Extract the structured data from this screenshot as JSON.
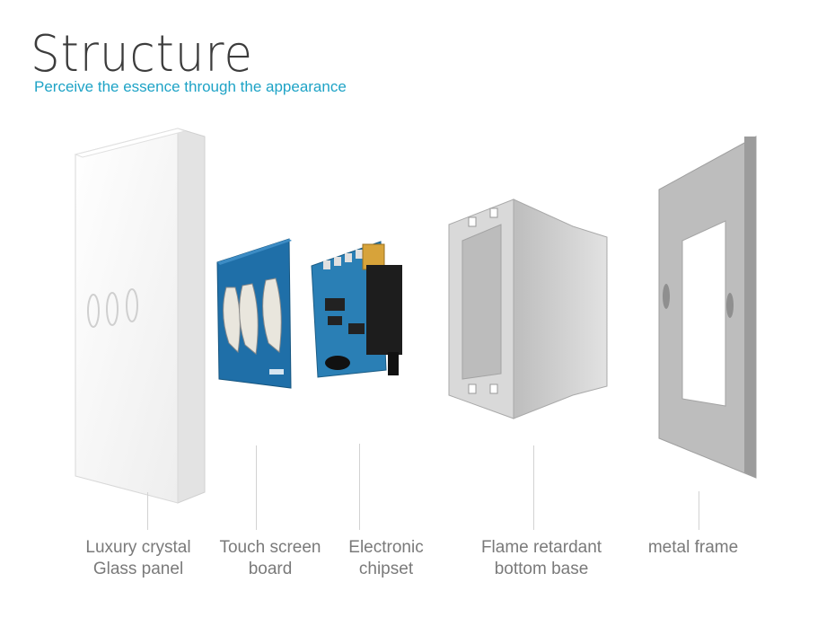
{
  "header": {
    "title": "Structure",
    "subtitle": "Perceive the essence  through the appearance"
  },
  "components": [
    {
      "id": "glass-panel",
      "label_line1": "Luxury crystal",
      "label_line2": "Glass panel"
    },
    {
      "id": "touch-board",
      "label_line1": "Touch screen",
      "label_line2": "board"
    },
    {
      "id": "chipset",
      "label_line1": "Electronic",
      "label_line2": "chipset"
    },
    {
      "id": "base",
      "label_line1": "Flame retardant",
      "label_line2": "bottom base"
    },
    {
      "id": "frame",
      "label_line1": "metal frame",
      "label_line2": ""
    }
  ],
  "colors": {
    "accent": "#1ea3c6",
    "pcb_blue": "#1f6fa8",
    "glass_white": "#f7f7f7",
    "base_gray": "#c9c9c9",
    "frame_gray": "#b5b5b5"
  }
}
